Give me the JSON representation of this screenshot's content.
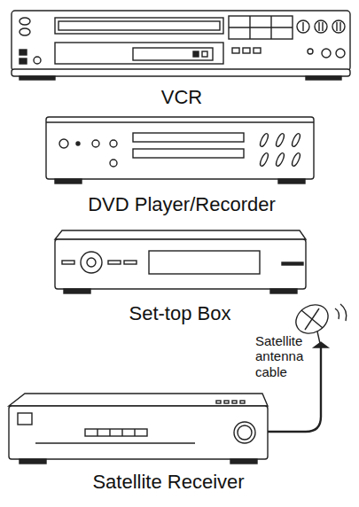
{
  "diagram": {
    "labels": [
      "VCR",
      "DVD Player/Recorder",
      "Set-top Box",
      "Satellite antenna cable",
      "Satellite Receiver"
    ]
  }
}
